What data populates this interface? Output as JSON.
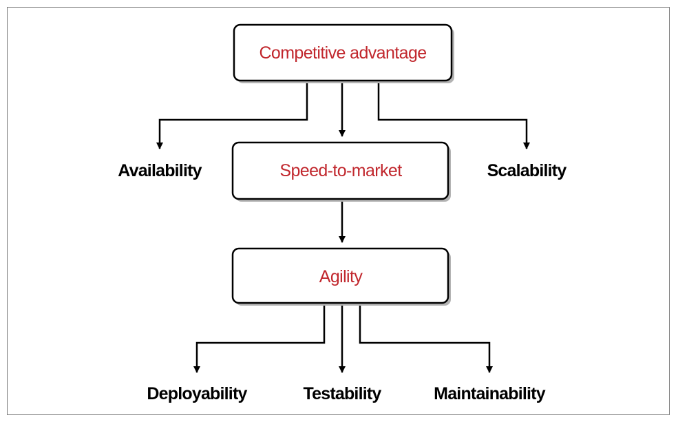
{
  "colors": {
    "box_text": "#c1272d",
    "leaf_text": "#000000",
    "box_border": "#000000",
    "arrow": "#000000",
    "shadow": "#b3b3b3",
    "frame_border": "#7a7a7a"
  },
  "nodes": {
    "competitive_advantage": "Competitive advantage",
    "speed_to_market": "Speed-to-market",
    "agility": "Agility",
    "availability": "Availability",
    "scalability": "Scalability",
    "deployability": "Deployability",
    "testability": "Testability",
    "maintainability": "Maintainability"
  },
  "edges": [
    {
      "from": "competitive_advantage",
      "to": "availability"
    },
    {
      "from": "competitive_advantage",
      "to": "speed_to_market"
    },
    {
      "from": "competitive_advantage",
      "to": "scalability"
    },
    {
      "from": "speed_to_market",
      "to": "agility"
    },
    {
      "from": "agility",
      "to": "deployability"
    },
    {
      "from": "agility",
      "to": "testability"
    },
    {
      "from": "agility",
      "to": "maintainability"
    }
  ]
}
